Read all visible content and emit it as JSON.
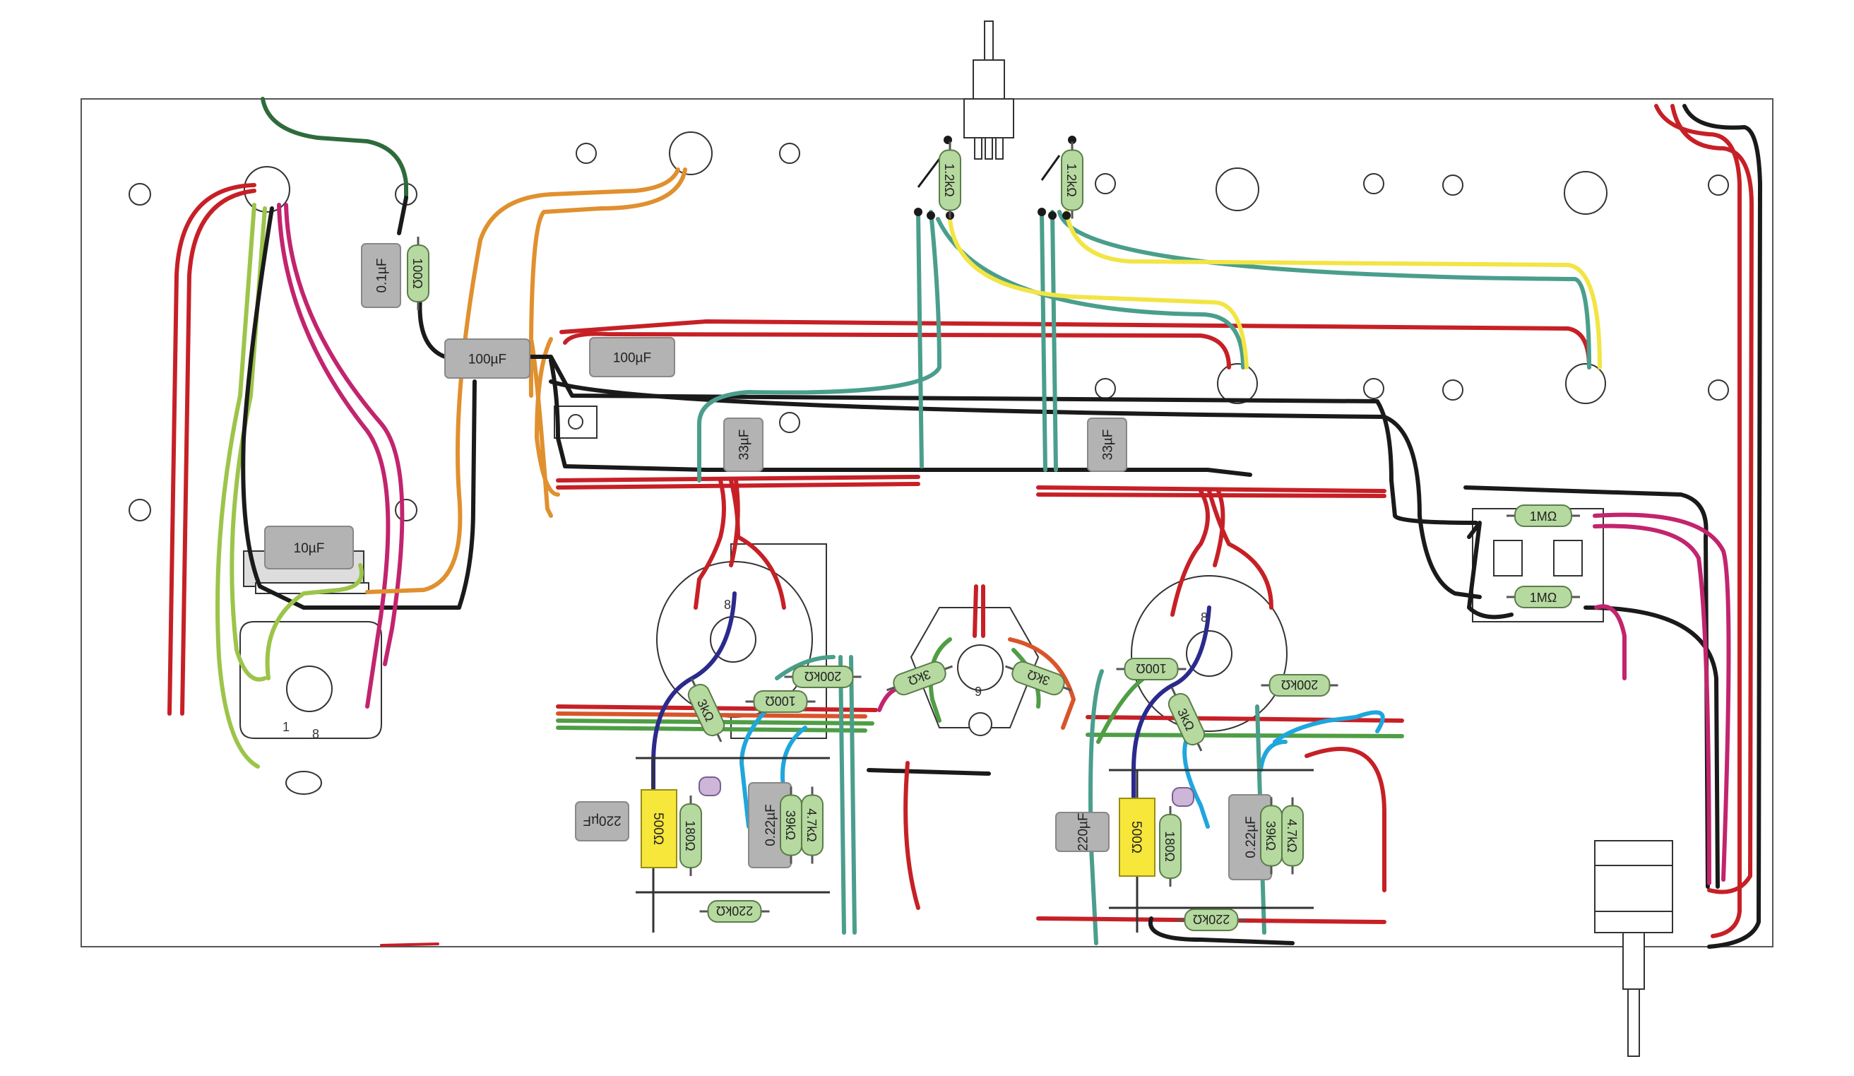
{
  "capacitors": [
    {
      "id": "c-0u1",
      "label": "0.1µF"
    },
    {
      "id": "c-100u-a",
      "label": "100µF"
    },
    {
      "id": "c-100u-b",
      "label": "100µF"
    },
    {
      "id": "c-10u",
      "label": "10µF"
    },
    {
      "id": "c-33u-a",
      "label": "33µF"
    },
    {
      "id": "c-33u-b",
      "label": "33µF"
    },
    {
      "id": "c-220u-a",
      "label": "220µF"
    },
    {
      "id": "c-220u-b",
      "label": "220µF"
    },
    {
      "id": "c-022u-a",
      "label": "0.22µF"
    },
    {
      "id": "c-022u-b",
      "label": "0.22µF"
    }
  ],
  "resistors": [
    {
      "id": "r-100-a",
      "label": "100Ω"
    },
    {
      "id": "r-1k2-a",
      "label": "1.2kΩ"
    },
    {
      "id": "r-1k2-b",
      "label": "1.2kΩ"
    },
    {
      "id": "r-1m-a",
      "label": "1MΩ"
    },
    {
      "id": "r-1m-b",
      "label": "1MΩ"
    },
    {
      "id": "r-200k-a",
      "label": "200kΩ"
    },
    {
      "id": "r-200k-b",
      "label": "200kΩ"
    },
    {
      "id": "r-100-b",
      "label": "100Ω"
    },
    {
      "id": "r-100-c",
      "label": "100Ω"
    },
    {
      "id": "r-3k-a",
      "label": "3kΩ"
    },
    {
      "id": "r-3k-b",
      "label": "3kΩ"
    },
    {
      "id": "r-3k-c",
      "label": "3kΩ"
    },
    {
      "id": "r-3k-d",
      "label": "3kΩ"
    },
    {
      "id": "r-180-a",
      "label": "180Ω"
    },
    {
      "id": "r-180-b",
      "label": "180Ω"
    },
    {
      "id": "r-39k-a",
      "label": "39kΩ"
    },
    {
      "id": "r-39k-b",
      "label": "39kΩ"
    },
    {
      "id": "r-4k7-a",
      "label": "4.7kΩ"
    },
    {
      "id": "r-4k7-b",
      "label": "4.7kΩ"
    },
    {
      "id": "r-220k-a",
      "label": "220kΩ"
    },
    {
      "id": "r-220k-b",
      "label": "220kΩ"
    }
  ],
  "trimpots": [
    {
      "id": "p-500-a",
      "label": "500Ω"
    },
    {
      "id": "p-500-b",
      "label": "500Ω"
    }
  ],
  "socket_pins": {
    "rect_pin1": "1",
    "rect_pin8": "8",
    "left_pin8": "8",
    "right_pin8": "8",
    "small_pin9": "9"
  },
  "colors": {
    "red": "#c62026",
    "black": "#1a1a1a",
    "teal": "#4a9e8c",
    "yellow": "#f2e544",
    "orange": "#e0902e",
    "green_lime": "#9cc44a",
    "magenta": "#c2246e",
    "dark_green": "#2e6b3a",
    "blue_dark": "#2b2a8c",
    "blue_light": "#1fa6dd",
    "green_mid": "#4f9e45",
    "orange_red": "#d8552a",
    "resistor_body": "#b6d9a0",
    "capacitor_body": "#b3b3b3",
    "trimpot_body": "#f7e73b",
    "led_body": "#cdb6d8"
  }
}
